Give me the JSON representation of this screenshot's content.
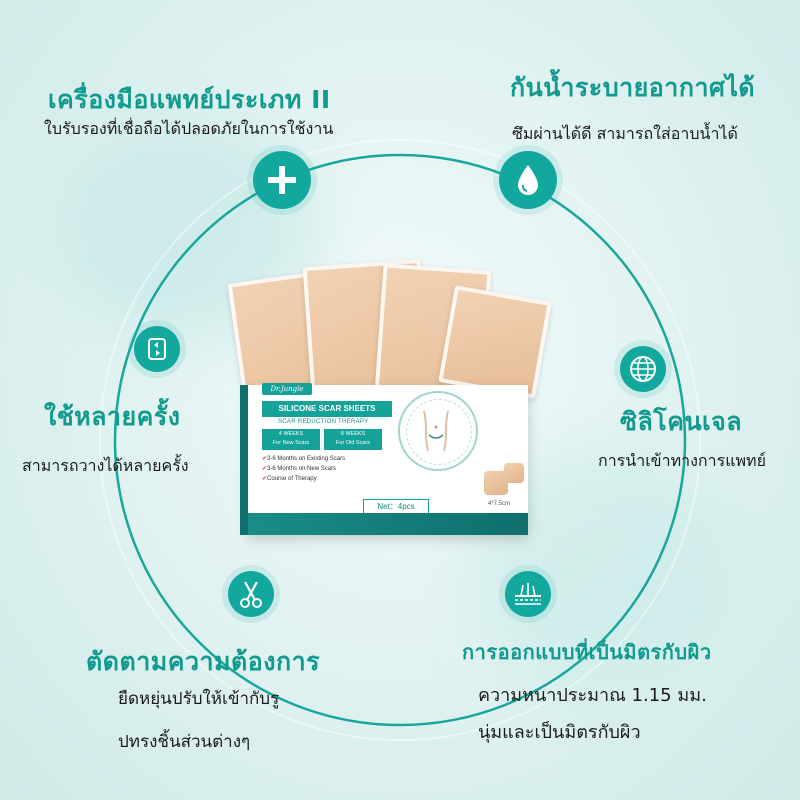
{
  "colors": {
    "accent": "#13a89e",
    "title_text": "#129a8f",
    "body_text": "#1b1b1b",
    "ring": "#19a79c"
  },
  "features": {
    "top_left": {
      "icon": "plus-icon",
      "title": "เครื่องมือแพทย์ประเภท II",
      "desc": "ใบรับรองที่เชื่อถือได้ปลอดภัยในการใช้งาน"
    },
    "top_right": {
      "icon": "water-drop-icon",
      "title": "กันน้ำระบายอากาศได้",
      "desc": "ซึมผ่านได้ดี สามารถใส่อาบน้ำได้"
    },
    "mid_left": {
      "icon": "reuse-icon",
      "title": "ใช้หลายครั้ง",
      "desc": "สามารถวางได้หลายครั้ง"
    },
    "mid_right": {
      "icon": "globe-icon",
      "title": "ซิลิโคนเจล",
      "desc": "การนำเข้าทางการแพทย์"
    },
    "bottom_left": {
      "icon": "scissors-icon",
      "title": "ตัดตามความต้องการ",
      "desc_line1": "ยืดหยุ่นปรับให้เข้ากับรู",
      "desc_line2": "ปทรงชิ้นส่วนต่างๆ"
    },
    "bottom_right": {
      "icon": "skin-icon",
      "title": "การออกแบบที่เป็นมิตรกับผิว",
      "desc_line1": "ความหนาประมาณ 1.15 มม.",
      "desc_line2": "นุ่มและเป็นมิตรกับผิว"
    }
  },
  "product": {
    "brand": "Dr.Jungle",
    "title": "SILICONE SCAR SHEETS",
    "subtitle": "SCAR REDUCTION THERAPY",
    "week_new_line1": "4 WEEKS",
    "week_new_line2": "For New Scars",
    "week_old_line1": "8 WEEKS",
    "week_old_line2": "For Old Scars",
    "bullets": [
      "3-6 Months on Existing Scars",
      "3-6 Months on New Scars",
      "Course of Therapy"
    ],
    "net": "Net：4pcs",
    "size": "4*7.5cm"
  }
}
